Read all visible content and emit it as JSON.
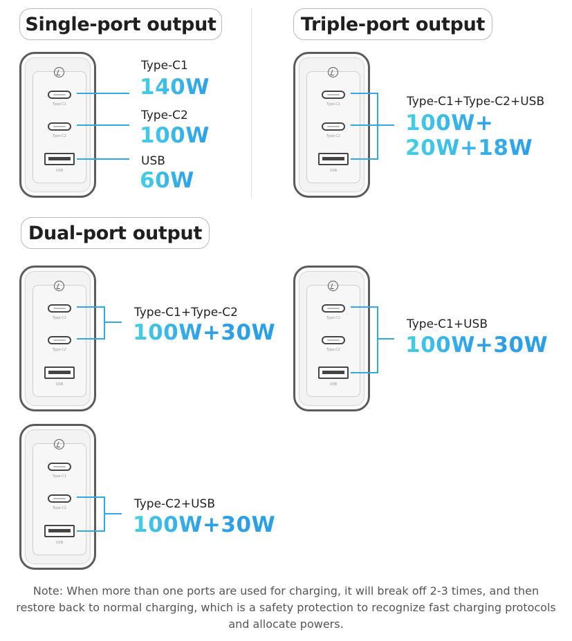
{
  "sections": {
    "single": "Single-port output",
    "triple": "Triple-port output",
    "dual": "Dual-port output"
  },
  "port_labels": {
    "c1": "Type-C1",
    "c2": "Type-C2",
    "usb": "USB"
  },
  "single": {
    "c1_name": "Type-C1",
    "c1_watt": "140W",
    "c2_name": "Type-C2",
    "c2_watt": "100W",
    "usb_name": "USB",
    "usb_watt": "60W"
  },
  "triple": {
    "name": "Type-C1+Type-C2+USB",
    "watt_line1": "100W+",
    "watt_line2": "20W+18W"
  },
  "dual_c1c2": {
    "name": "Type-C1+Type-C2",
    "watt_a": "100W",
    "watt_b": "+30W"
  },
  "dual_c1usb": {
    "name": "Type-C1+USB",
    "watt_a": "100W",
    "watt_b": "+30W"
  },
  "dual_c2usb": {
    "name": "Type-C2+USB",
    "watt_a": "100W",
    "watt_b": "+30W"
  },
  "note": "Note: When more than one ports are used for charging, it will break off 2-3 times, and then restore back to normal charging, which is a safety protection to recognize fast charging protocols and allocate powers.",
  "colors": {
    "accent": "#2ea8e6",
    "accent_light": "#45cfe6"
  }
}
